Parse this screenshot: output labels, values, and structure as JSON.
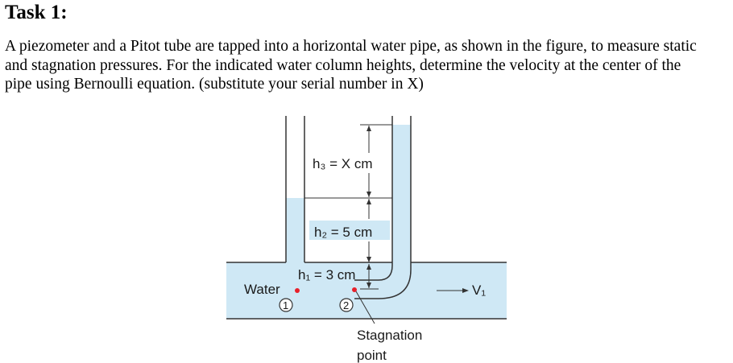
{
  "title": "Task 1:",
  "paragraph_lines": [
    "A piezometer and a Pitot tube are tapped into a horizontal water pipe, as shown in the figure, to measure static",
    "and stagnation pressures. For the indicated water column heights, determine the velocity at the center of the",
    "pipe using Bernoulli equation. (substitute your serial number in X)"
  ],
  "figure": {
    "h3_label": "h₃ = X cm",
    "h2_label": "h₂ = 5 cm",
    "h1_label": "h₁ = 3 cm",
    "water_label": "Water",
    "point1_label": "1",
    "point2_label": "2",
    "velocity_label": "V₁",
    "stagnation_label_line1": "Stagnation",
    "stagnation_label_line2": "point",
    "water_color": "#cfe8f5",
    "marker_color": "#e8202a"
  }
}
